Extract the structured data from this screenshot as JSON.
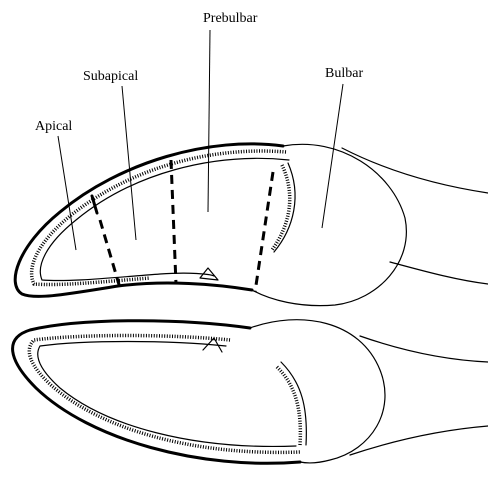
{
  "labels": {
    "prebulbar": "Prebulbar",
    "subapical": "Subapical",
    "bulbar": "Bulbar",
    "apical": "Apical"
  }
}
